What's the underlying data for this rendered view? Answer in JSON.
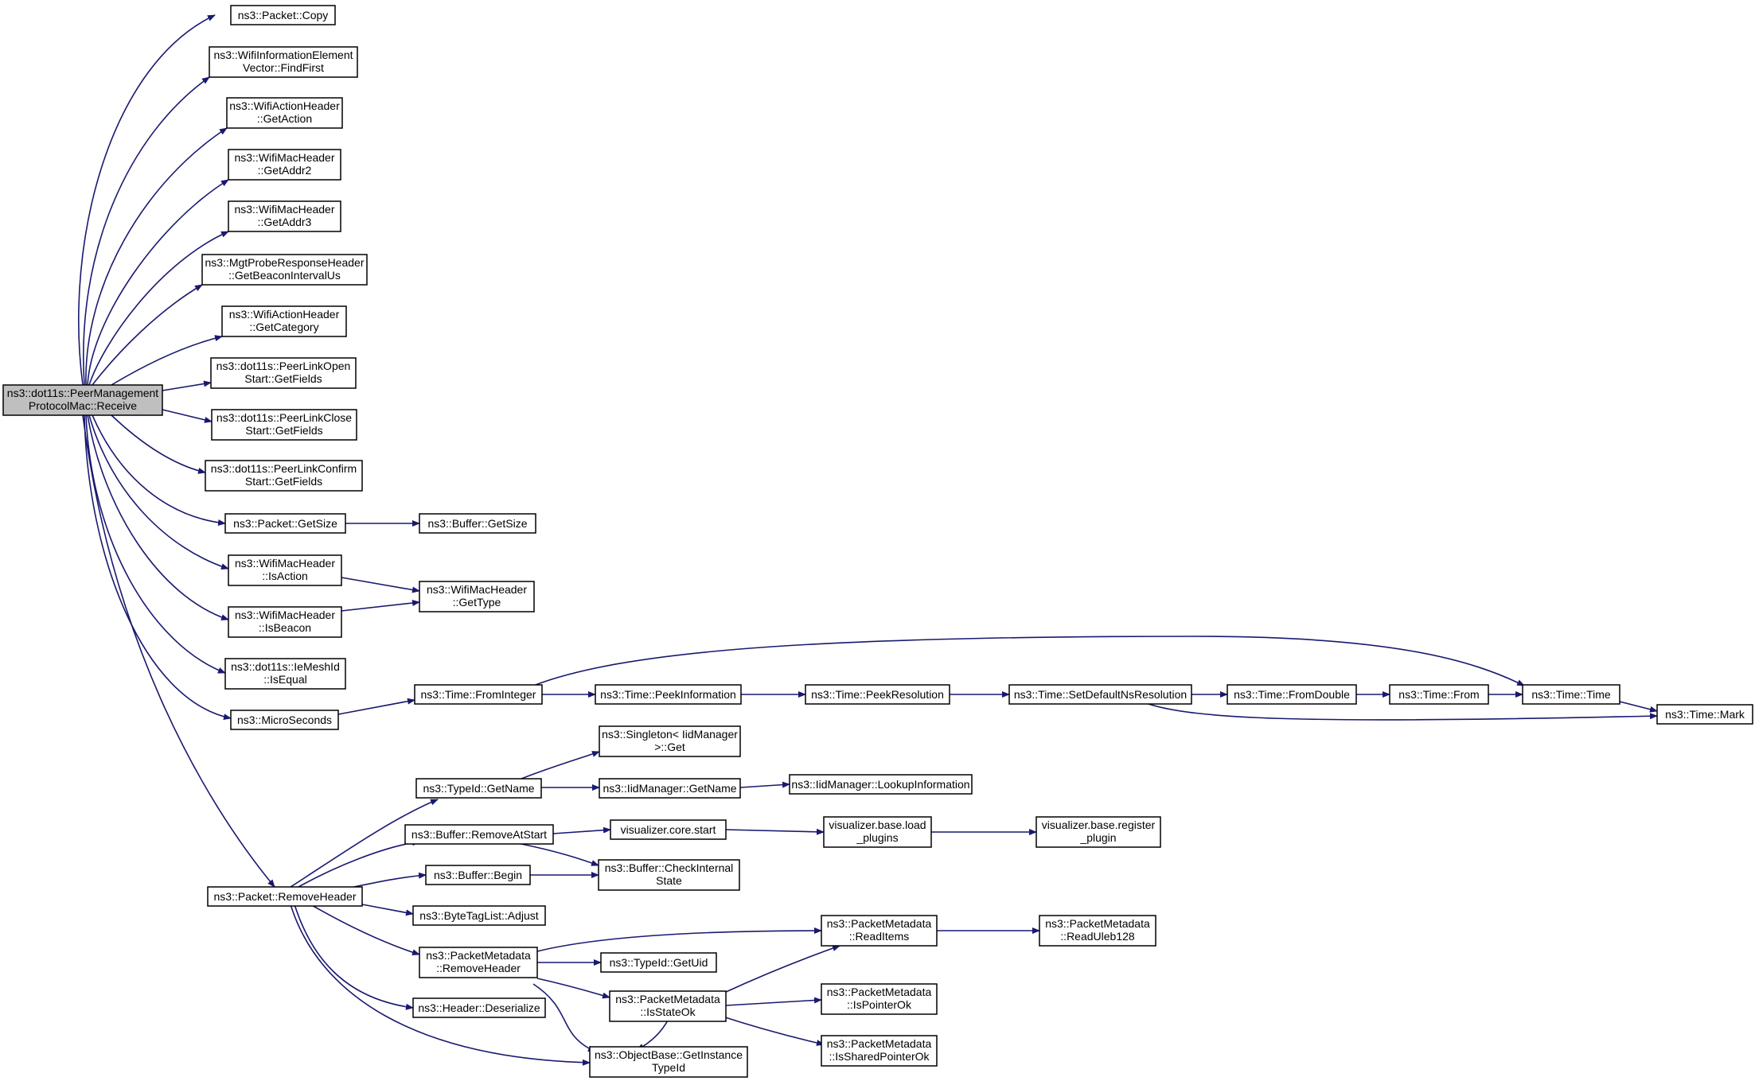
{
  "diagram": {
    "type": "call-graph",
    "colors": {
      "edge": "#191970",
      "node_border": "#000000",
      "root_fill": "#bfbfbf",
      "node_fill": "#ffffff"
    },
    "nodes": {
      "root": [
        "ns3::dot11s::PeerManagement",
        "ProtocolMac::Receive"
      ],
      "copy": [
        "ns3::Packet::Copy"
      ],
      "findfirst": [
        "ns3::WifiInformationElement",
        "Vector::FindFirst"
      ],
      "getaction": [
        "ns3::WifiActionHeader",
        "::GetAction"
      ],
      "getaddr2": [
        "ns3::WifiMacHeader",
        "::GetAddr2"
      ],
      "getaddr3": [
        "ns3::WifiMacHeader",
        "::GetAddr3"
      ],
      "beaconint": [
        "ns3::MgtProbeResponseHeader",
        "::GetBeaconIntervalUs"
      ],
      "getcategory": [
        "ns3::WifiActionHeader",
        "::GetCategory"
      ],
      "openfields": [
        "ns3::dot11s::PeerLinkOpen",
        "Start::GetFields"
      ],
      "closefields": [
        "ns3::dot11s::PeerLinkClose",
        "Start::GetFields"
      ],
      "confirmfields": [
        "ns3::dot11s::PeerLinkConfirm",
        "Start::GetFields"
      ],
      "pktgetsize": [
        "ns3::Packet::GetSize"
      ],
      "bufgetsize": [
        "ns3::Buffer::GetSize"
      ],
      "isaction": [
        "ns3::WifiMacHeader",
        "::IsAction"
      ],
      "gettype": [
        "ns3::WifiMacHeader",
        "::GetType"
      ],
      "isbeacon": [
        "ns3::WifiMacHeader",
        "::IsBeacon"
      ],
      "isequal": [
        "ns3::dot11s::IeMeshId",
        "::IsEqual"
      ],
      "micro": [
        "ns3::MicroSeconds"
      ],
      "frominteger": [
        "ns3::Time::FromInteger"
      ],
      "peekinfo": [
        "ns3::Time::PeekInformation"
      ],
      "peekres": [
        "ns3::Time::PeekResolution"
      ],
      "setdefault": [
        "ns3::Time::SetDefaultNsResolution"
      ],
      "fromdouble": [
        "ns3::Time::FromDouble"
      ],
      "from": [
        "ns3::Time::From"
      ],
      "time": [
        "ns3::Time::Time"
      ],
      "mark": [
        "ns3::Time::Mark"
      ],
      "singleton": [
        "ns3::Singleton< IidManager",
        ">::Get"
      ],
      "typeidgetname": [
        "ns3::TypeId::GetName"
      ],
      "iidgetname": [
        "ns3::IidManager::GetName"
      ],
      "lookup": [
        "ns3::IidManager::LookupInformation"
      ],
      "removeatstart": [
        "ns3::Buffer::RemoveAtStart"
      ],
      "vcstart": [
        "visualizer.core.start"
      ],
      "loadplugins": [
        "visualizer.base.load",
        "_plugins"
      ],
      "registerplugin": [
        "visualizer.base.register",
        "_plugin"
      ],
      "bufbegin": [
        "ns3::Buffer::Begin"
      ],
      "checkinternal": [
        "ns3::Buffer::CheckInternal",
        "State"
      ],
      "removeheader": [
        "ns3::Packet::RemoveHeader"
      ],
      "adjust": [
        "ns3::ByteTagList::Adjust"
      ],
      "readitems": [
        "ns3::PacketMetadata",
        "::ReadItems"
      ],
      "readuleb": [
        "ns3::PacketMetadata",
        "::ReadUleb128"
      ],
      "pmremove": [
        "ns3::PacketMetadata",
        "::RemoveHeader"
      ],
      "getuid": [
        "ns3::TypeId::GetUid"
      ],
      "isstateok": [
        "ns3::PacketMetadata",
        "::IsStateOk"
      ],
      "ispointerok": [
        "ns3::PacketMetadata",
        "::IsPointerOk"
      ],
      "issharedok": [
        "ns3::PacketMetadata",
        "::IsSharedPointerOk"
      ],
      "deserialize": [
        "ns3::Header::Deserialize"
      ],
      "getinstance": [
        "ns3::ObjectBase::GetInstance",
        "TypeId"
      ]
    }
  }
}
